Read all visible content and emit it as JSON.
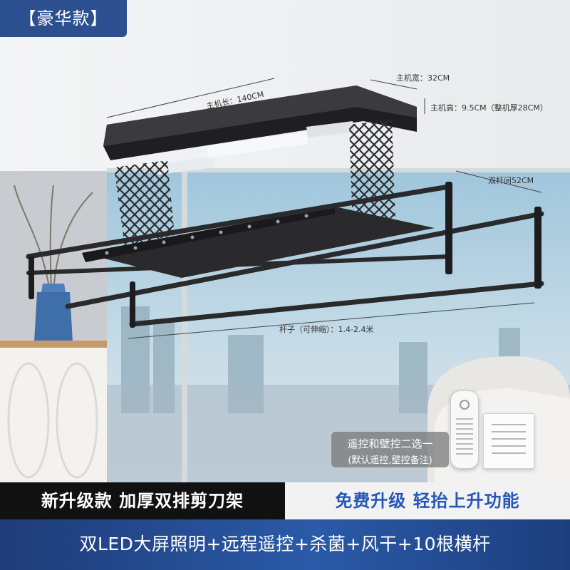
{
  "badge": "【豪华款】",
  "dims": {
    "width": "主机宽：32CM",
    "length": "主机长：140CM",
    "height": "主机高：9.5CM（整机厚28CM）",
    "bar_gap": "双杆间52CM",
    "pole": "杆子（可伸缩）：1.4-2.4米"
  },
  "controller": {
    "line1": "遥控和壁控二选一",
    "line2": "(默认遥控,壁控备注)"
  },
  "features": {
    "left": "新升级款 加厚双排剪刀架",
    "right": "免费升级 轻抬上升功能",
    "bottom": "双LED大屏照明+远程遥控+杀菌+风干+10根横杆"
  },
  "colors": {
    "accent": "#2c4f8f",
    "band": "#2a5aa8",
    "feature_blue": "#2557b8"
  }
}
